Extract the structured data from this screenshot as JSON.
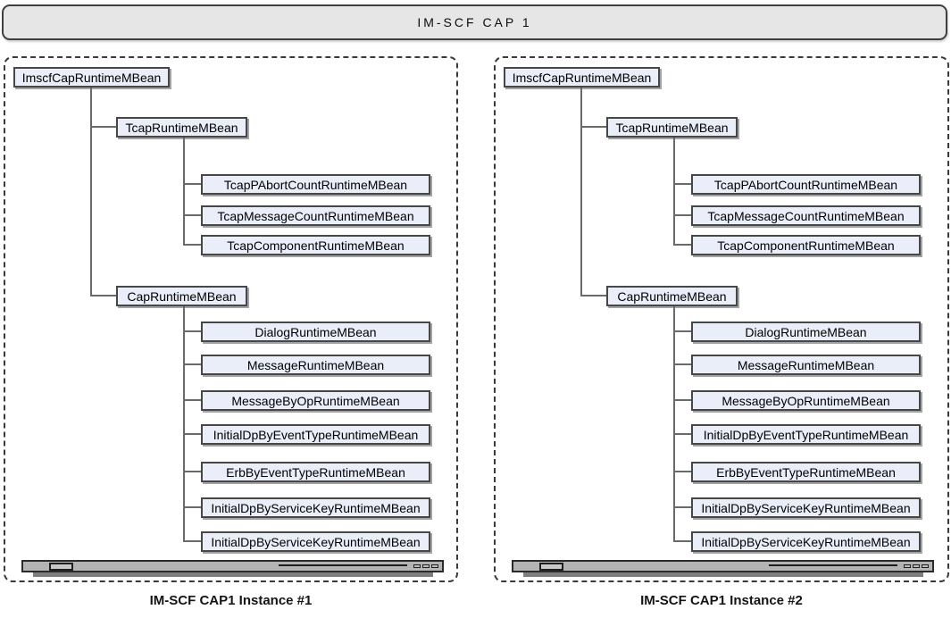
{
  "banner": {
    "title": "IM-SCF CAP 1"
  },
  "colors": {
    "banner_fill": "#e6e6e6",
    "node_fill": "#eaeef9",
    "node_border": "#474747",
    "node_shadow": "#a3a3a3",
    "connector": "#6a6a6a",
    "panel_border": "#3a3a3a",
    "server_fill": "#b4b4b4",
    "server_shadow": "#7e7e7e"
  },
  "panels": [
    {
      "caption": "IM-SCF CAP1 Instance #1",
      "root": "ImscfCapRuntimeMBean",
      "groups": [
        {
          "parent": "TcapRuntimeMBean",
          "children": [
            "TcapPAbortCountRuntimeMBean",
            "TcapMessageCountRuntimeMBean",
            "TcapComponentRuntimeMBean"
          ]
        },
        {
          "parent": "CapRuntimeMBean",
          "children": [
            "DialogRuntimeMBean",
            "MessageRuntimeMBean",
            "MessageByOpRuntimeMBean",
            "InitialDpByEventTypeRuntimeMBean",
            "ErbByEventTypeRuntimeMBean",
            "InitialDpByServiceKeyRuntimeMBean",
            "InitialDpByServiceKeyRuntimeMBean"
          ]
        }
      ],
      "server_icon": "rack-server-icon"
    },
    {
      "caption": "IM-SCF CAP1 Instance #2",
      "root": "ImscfCapRuntimeMBean",
      "groups": [
        {
          "parent": "TcapRuntimeMBean",
          "children": [
            "TcapPAbortCountRuntimeMBean",
            "TcapMessageCountRuntimeMBean",
            "TcapComponentRuntimeMBean"
          ]
        },
        {
          "parent": "CapRuntimeMBean",
          "children": [
            "DialogRuntimeMBean",
            "MessageRuntimeMBean",
            "MessageByOpRuntimeMBean",
            "InitialDpByEventTypeRuntimeMBean",
            "ErbByEventTypeRuntimeMBean",
            "InitialDpByServiceKeyRuntimeMBean",
            "InitialDpByServiceKeyRuntimeMBean"
          ]
        }
      ],
      "server_icon": "rack-server-icon"
    }
  ]
}
